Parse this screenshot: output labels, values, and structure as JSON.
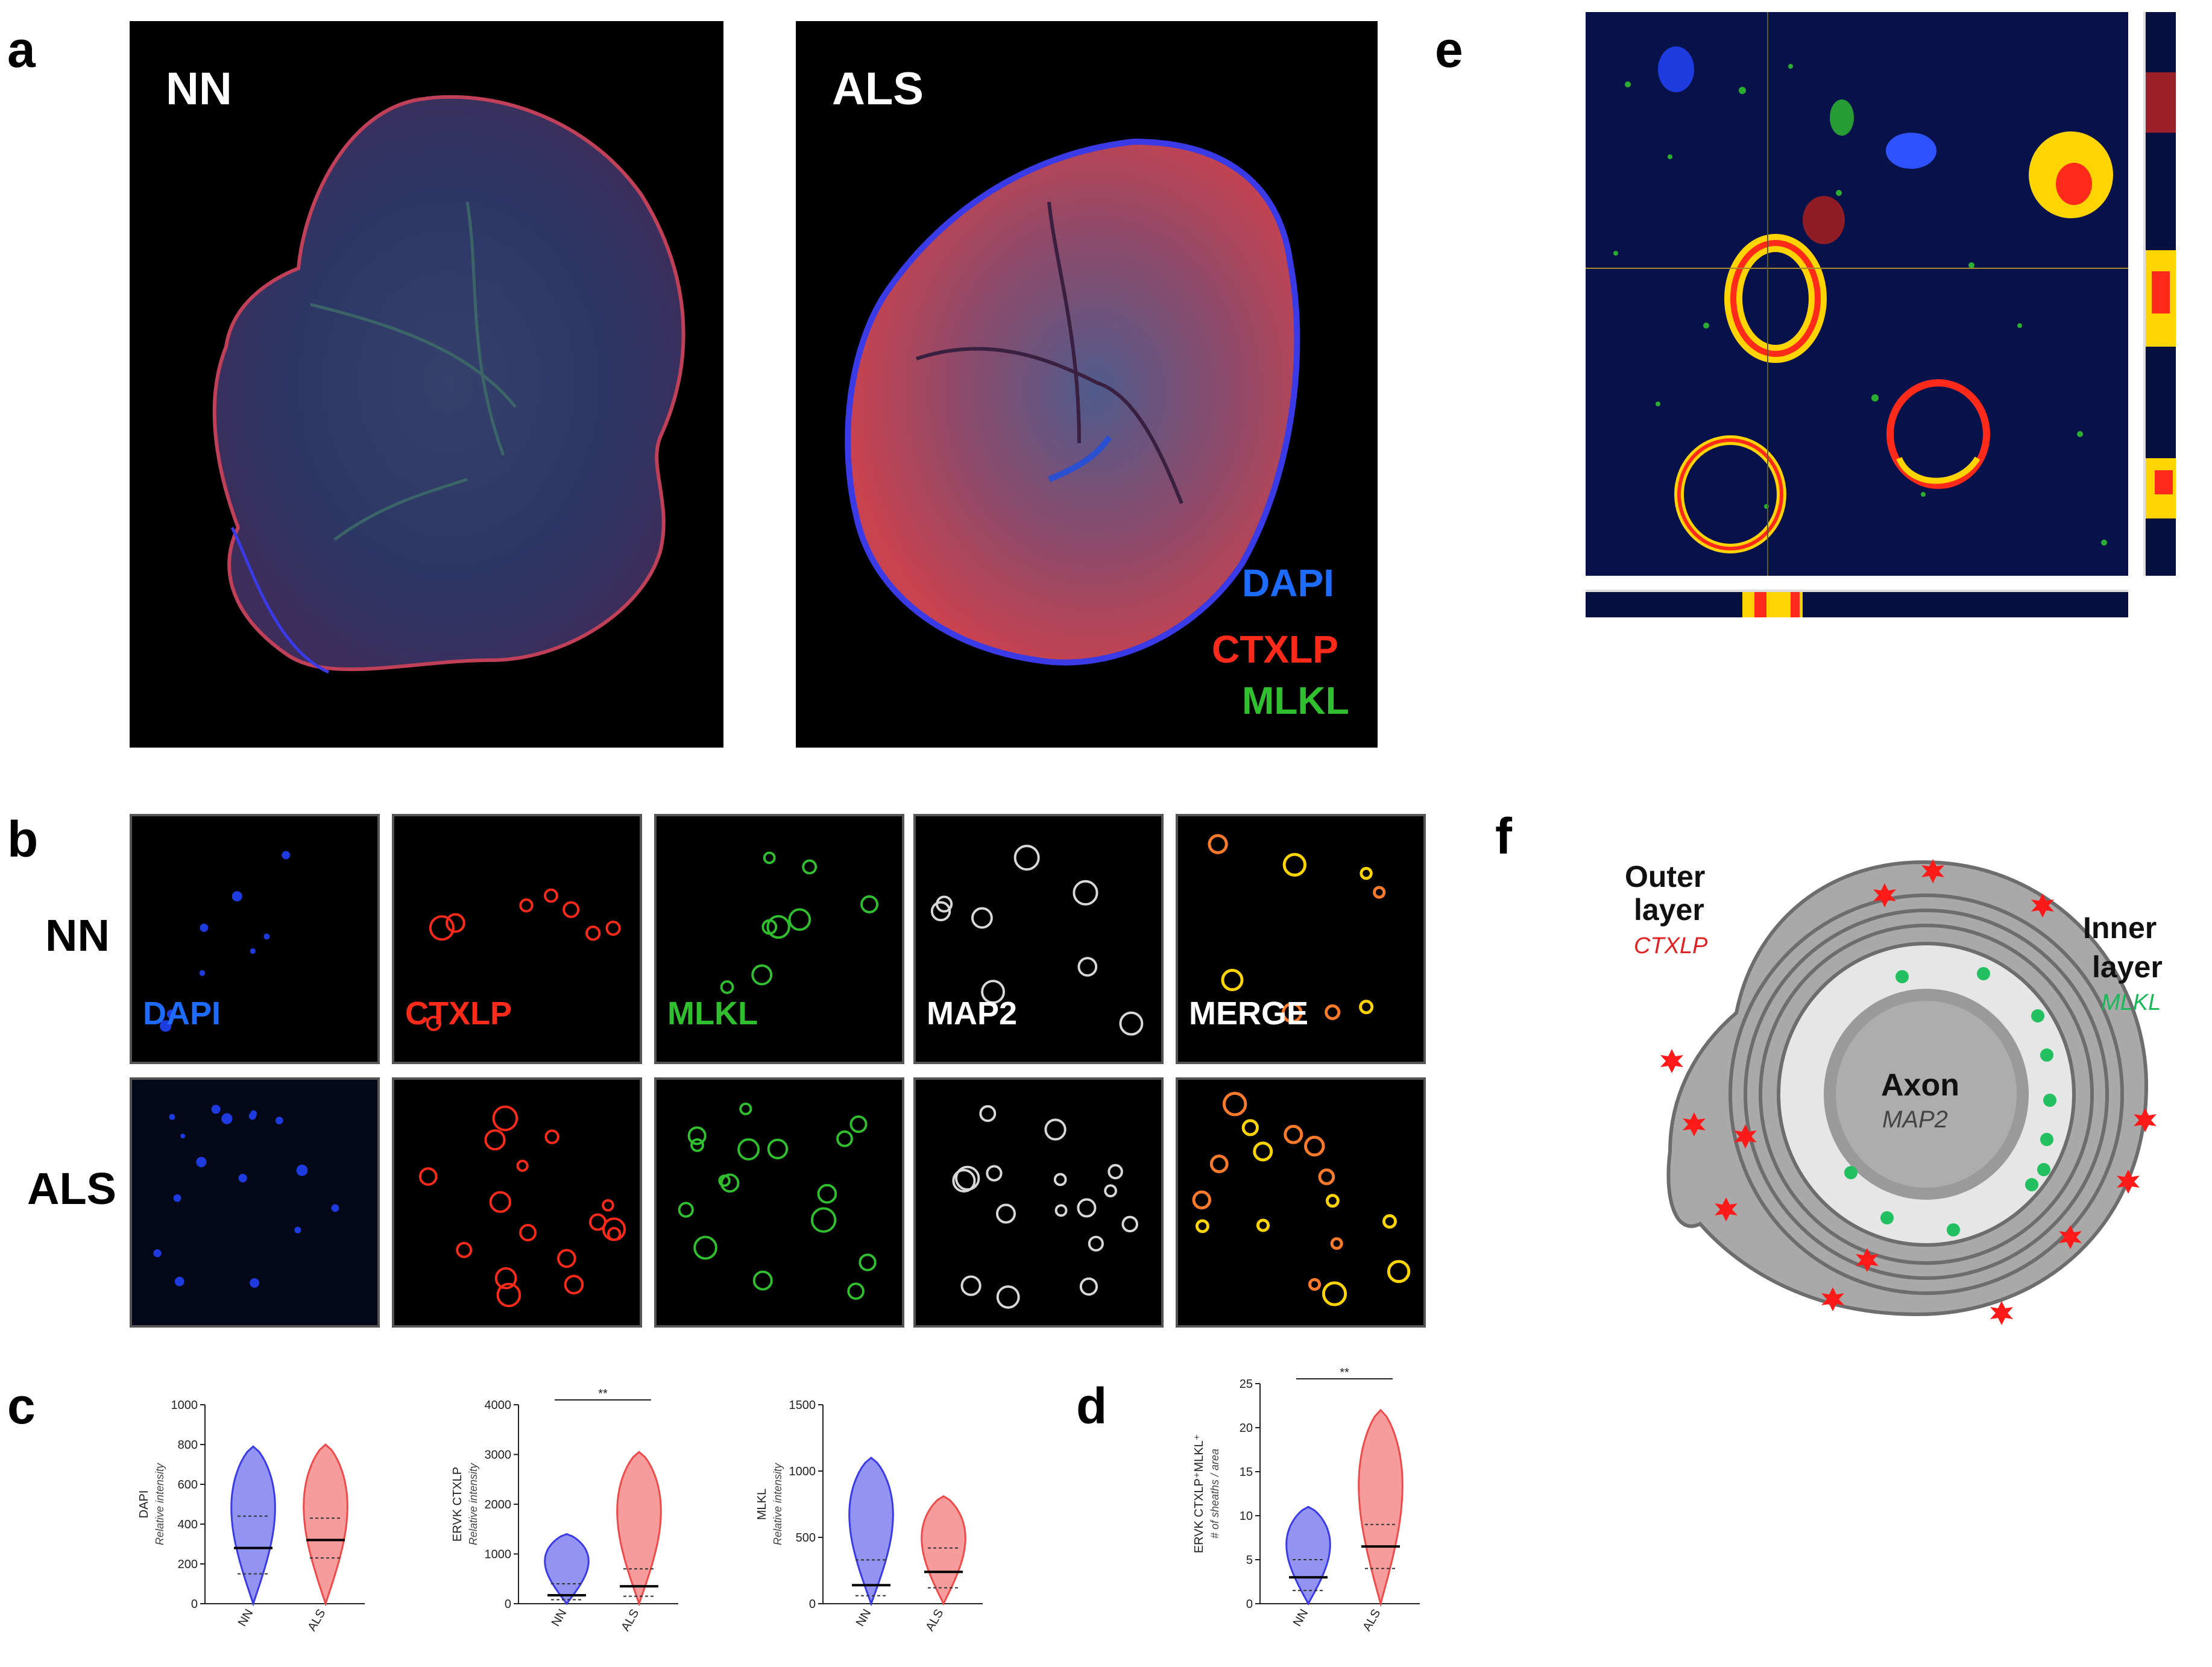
{
  "panels": {
    "a": {
      "label": "a",
      "left_tag": "NN",
      "right_tag": "ALS",
      "legend": [
        {
          "text": "DAPI",
          "color": "#1e6bff"
        },
        {
          "text": "CTXLP",
          "color": "#ff2a1a"
        },
        {
          "text": "MLKL",
          "color": "#2fbf2f"
        }
      ]
    },
    "b": {
      "label": "b",
      "rows": [
        "NN",
        "ALS"
      ],
      "channels": [
        {
          "text": "DAPI",
          "color": "#1e6bff"
        },
        {
          "text": "CTXLP",
          "color": "#ff2a1a"
        },
        {
          "text": "MLKL",
          "color": "#2fbf2f"
        },
        {
          "text": "MAP2",
          "color": "#ffffff"
        },
        {
          "text": "MERGE",
          "color": "#ffffff"
        }
      ]
    },
    "c": {
      "label": "c"
    },
    "d": {
      "label": "d"
    },
    "e": {
      "label": "e"
    },
    "f": {
      "label": "f",
      "outer_title_1": "Outer",
      "outer_title_2": "layer",
      "outer_marker": "CTXLP",
      "inner_title_1": "Inner",
      "inner_title_2": "layer",
      "inner_marker": "MLKL",
      "axon_title": "Axon",
      "axon_marker": "MAP2"
    }
  },
  "chart_data": [
    {
      "type": "violin",
      "title": "",
      "ylabel": "DAPI",
      "ysub": "Relative intensity",
      "ylim": [
        0,
        1000
      ],
      "yticks": [
        0,
        200,
        400,
        600,
        800,
        1000
      ],
      "categories": [
        "NN",
        "ALS"
      ],
      "series": [
        {
          "name": "NN",
          "color": "#3a3ae6",
          "median": 280,
          "q1": 150,
          "q3": 440,
          "min": 0,
          "max": 790
        },
        {
          "name": "ALS",
          "color": "#ef4a4a",
          "median": 320,
          "q1": 230,
          "q3": 430,
          "min": 0,
          "max": 800
        }
      ],
      "significance": ""
    },
    {
      "type": "violin",
      "title": "",
      "ylabel": "ERVK CTXLP",
      "ysub": "Relative intensity",
      "ylim": [
        0,
        4000
      ],
      "yticks": [
        0,
        1000,
        2000,
        3000,
        4000
      ],
      "categories": [
        "NN",
        "ALS"
      ],
      "series": [
        {
          "name": "NN",
          "color": "#3a3ae6",
          "median": 170,
          "q1": 80,
          "q3": 400,
          "min": 0,
          "max": 1400
        },
        {
          "name": "ALS",
          "color": "#ef4a4a",
          "median": 350,
          "q1": 150,
          "q3": 700,
          "min": 0,
          "max": 3050
        }
      ],
      "significance": "**"
    },
    {
      "type": "violin",
      "title": "",
      "ylabel": "MLKL",
      "ysub": "Relative intensity",
      "ylim": [
        0,
        1500
      ],
      "yticks": [
        0,
        500,
        1000,
        1500
      ],
      "categories": [
        "NN",
        "ALS"
      ],
      "series": [
        {
          "name": "NN",
          "color": "#3a3ae6",
          "median": 140,
          "q1": 60,
          "q3": 330,
          "min": 0,
          "max": 1100
        },
        {
          "name": "ALS",
          "color": "#ef4a4a",
          "median": 240,
          "q1": 120,
          "q3": 420,
          "min": 0,
          "max": 810
        }
      ],
      "significance": ""
    },
    {
      "type": "violin",
      "title": "",
      "ylabel": "ERVK CTXLP⁺MLKL⁺",
      "ysub": "# of sheaths / area",
      "ylim": [
        0,
        25
      ],
      "yticks": [
        0,
        5,
        10,
        15,
        20,
        25
      ],
      "categories": [
        "NN",
        "ALS"
      ],
      "series": [
        {
          "name": "NN",
          "color": "#3a3ae6",
          "median": 3,
          "q1": 1.5,
          "q3": 5,
          "min": 0,
          "max": 11
        },
        {
          "name": "ALS",
          "color": "#ef4a4a",
          "median": 6.5,
          "q1": 4,
          "q3": 9,
          "min": 0,
          "max": 22
        }
      ],
      "significance": "**"
    }
  ]
}
